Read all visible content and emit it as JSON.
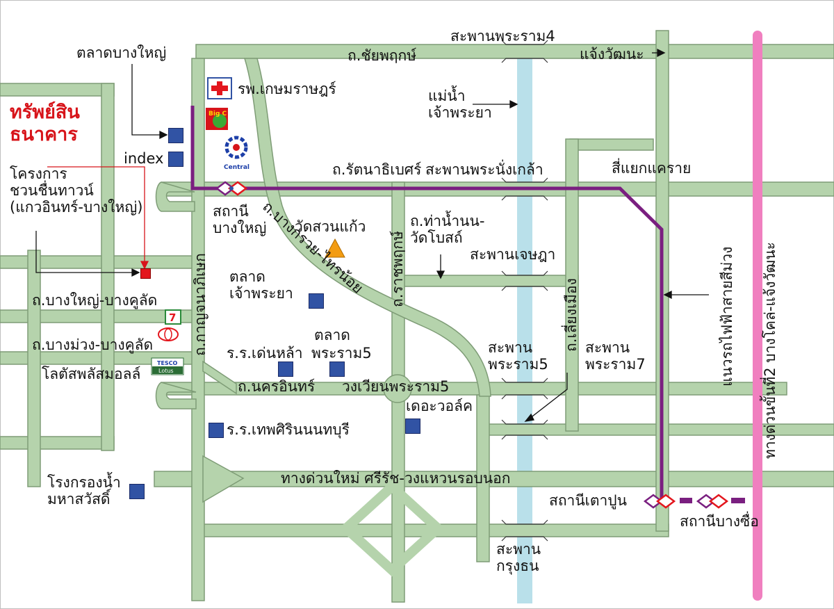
{
  "map": {
    "colors": {
      "road": "#b5d3ac",
      "road_edge": "#7e9c76",
      "river": "#b9e0ea",
      "purple_line": "#7a1f80",
      "pink_line": "#f07fbf",
      "landmark": "#3153a4",
      "highlight": "#d7141a",
      "temple": "#f39c12"
    },
    "bank_name": {
      "line1": "ทรัพย์สิน",
      "line2": "ธนาคาร"
    },
    "places": {
      "talad_bangyai": "ตลาดบางใหญ่",
      "index": "index",
      "project": "โครงการ\nชวนชื่นทาวน์\n(แกวอินทร์-บางใหญ่)",
      "hospital": "รพ.เกษมราษฎร์",
      "station_bangyai": "สถานี\nบางใหญ่",
      "wat": "วัดสวนแก้ว",
      "talad_chaophraya": "ตลาด\nเจ้าพระยา",
      "talad": "ตลาด",
      "school_den": "ร.ร.เด่นหล้า",
      "phraram5": "พระราม5",
      "school_thep": "ร.ร.เทพศิรินนนทบุรี",
      "the_walk": "เดอะวอล์ค",
      "lotus": "โลตัสพลัสมอลล์",
      "water_plant": "โรงกรองน้ำ\nมหาสวัสดิ์",
      "station_taopoon": "สถานีเตาปูน",
      "station_bangsue": "สถานีบางซื่อ",
      "river": "แม่น้ำ\nเจ้าพระยา",
      "purple_line": "แนวรถไฟฟ้าสายสีม่วง",
      "expressway": "ทางด่วนขั้นที่2 บางโคล่-แจ้งวัฒนะ",
      "sri_yaek": "สี่แยกแคราย",
      "chaeng": "แจ้งวัฒนะ",
      "circle": "วงเวียนพระราม5"
    },
    "roads": {
      "chaiyaphruek": "ถ.ชัยพฤกษ์",
      "rattanathibet": "ถ.รัตนาธิเบศร์",
      "bangyai_bangkulad": "ถ.บางใหญ่-บางคูลัด",
      "bangmuang_bangkulad": "ถ.บางม่วง-บางคูลัด",
      "nakhonin": "ถ.นครอินทร์",
      "tha_nam_non": "ถ.ท่าน้ำนน-\nวัดโบสถ์",
      "new_expressway": "ทางด่วนใหม่ ศรีรัช-วงแหวนรอบนอก",
      "kanchanaphisek": "ถ.กาญจนาภิเษก",
      "bangkruai": "ถ.บางกรวย-ไทรน้อย",
      "ratchaphruek": "ถ.ราชพฤกษ์",
      "liang_muang": "ถ.เลี่ยงเมือง"
    },
    "bridges": {
      "rama4": "สะพานพระราม4",
      "nangklao": "สะพานพระนั่งเกล้า",
      "jetsada": "สะพานเจษฎา",
      "rama5": "สะพาน\nพระราม5",
      "rama7": "สะพาน\nพระราม7",
      "krungthon": "สะพาน\nกรุงธน"
    },
    "logos": {
      "big_c": "Big C",
      "central": "Central",
      "seven": "7",
      "tesco": "TESCO",
      "lotus": "Lotus"
    }
  }
}
